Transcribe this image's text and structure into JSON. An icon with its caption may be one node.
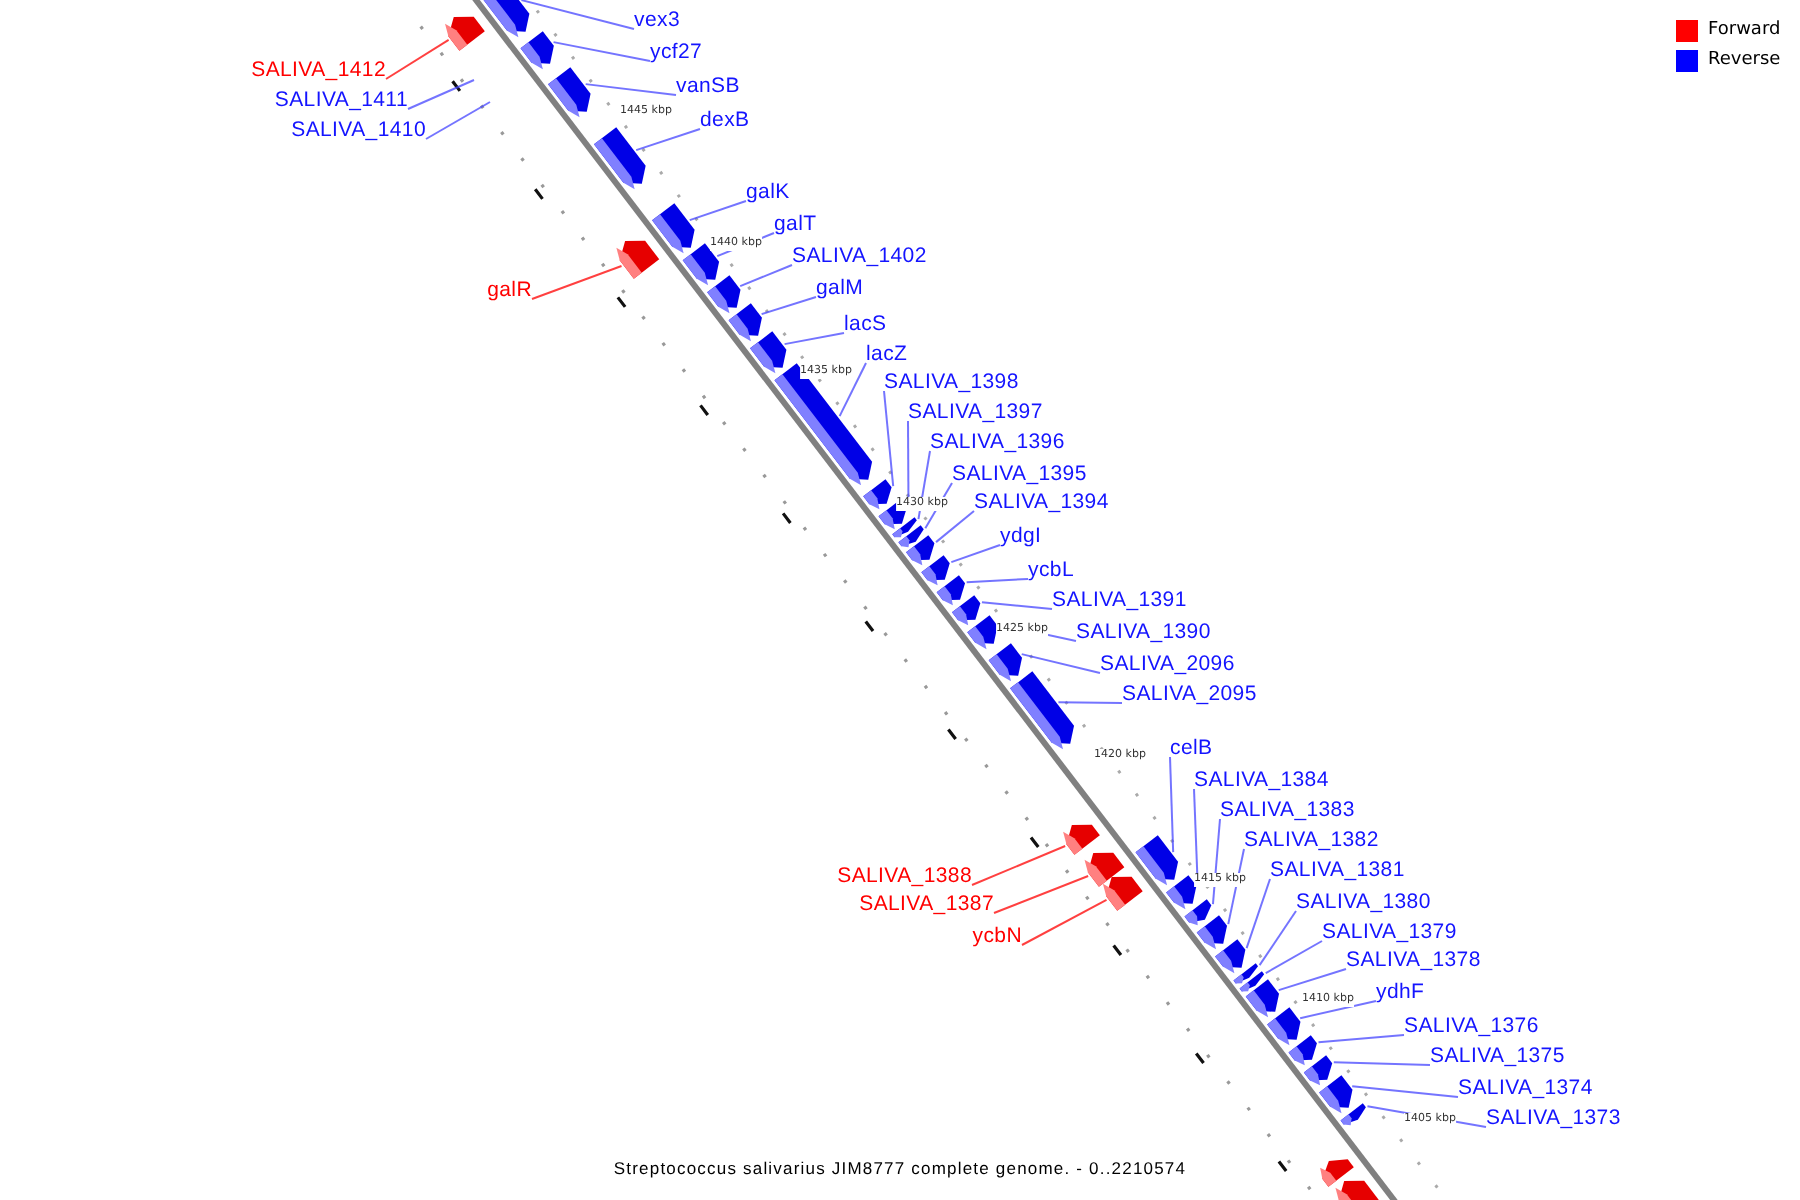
{
  "diagram": {
    "caption": "Streptococcus salivarius JIM8777 complete genome. - 0..2210574",
    "nodes": [
      {
        "text": [
          "SALIVA_1412"
        ]
      },
      {
        "text": [
          "vex3"
        ]
      },
      {
        "text": [
          "ycf27"
        ]
      },
      {
        "text": [
          "SALIVA_1411"
        ]
      },
      {
        "text": [
          "vanSB"
        ]
      },
      {
        "text": [
          "SALIVA_1410"
        ]
      },
      {
        "text": [
          "dexB"
        ]
      },
      {
        "text": [
          "galK"
        ]
      },
      {
        "text": [
          "galT"
        ]
      },
      {
        "text": [
          "SALIVA_1402"
        ]
      },
      {
        "text": [
          "galR"
        ]
      },
      {
        "text": [
          "galM"
        ]
      },
      {
        "text": [
          "lacS"
        ]
      },
      {
        "text": [
          "lacZ"
        ]
      },
      {
        "text": [
          "SALIVA_1398"
        ]
      },
      {
        "text": [
          "SALIVA_1397"
        ]
      },
      {
        "text": [
          "SALIVA_1396"
        ]
      },
      {
        "text": [
          "SALIVA_1395"
        ]
      },
      {
        "text": [
          "SALIVA_1394"
        ]
      },
      {
        "text": [
          "ydgI"
        ]
      },
      {
        "text": [
          "ycbL"
        ]
      },
      {
        "text": [
          "SALIVA_1391"
        ]
      },
      {
        "text": [
          "SALIVA_1390"
        ]
      },
      {
        "text": [
          "SALIVA_2096"
        ]
      },
      {
        "text": [
          "SALIVA_2095"
        ]
      },
      {
        "text": [
          "celB"
        ]
      },
      {
        "text": [
          "SALIVA_1384"
        ]
      },
      {
        "text": [
          "SALIVA_1383"
        ]
      },
      {
        "text": [
          "SALIVA_1382"
        ]
      },
      {
        "text": [
          "SALIVA_1381"
        ]
      },
      {
        "text": [
          "SALIVA_1388"
        ]
      },
      {
        "text": [
          "SALIVA_1380"
        ]
      },
      {
        "text": [
          "SALIVA_1387"
        ]
      },
      {
        "text": [
          "SALIVA_1379"
        ]
      },
      {
        "text": [
          "ycbN"
        ]
      },
      {
        "text": [
          "SALIVA_1378"
        ]
      },
      {
        "text": [
          "ydhF"
        ]
      },
      {
        "text": [
          "SALIVA_1376"
        ]
      },
      {
        "text": [
          "SALIVA_1375"
        ]
      },
      {
        "text": [
          "SALIVA_1374"
        ]
      },
      {
        "text": [
          "SALIVA_1373"
        ]
      },
      {
        "text": [],
        "shape": "arrow"
      },
      {
        "text": [],
        "shape": "arrow"
      },
      {
        "text": [],
        "shape": "arrow"
      },
      {
        "text": [],
        "shape": "arrow"
      },
      {
        "text": [],
        "shape": "arrow"
      },
      {
        "text": [],
        "shape": "arrow"
      },
      {
        "text": [],
        "shape": "arrow"
      },
      {
        "text": [],
        "shape": "arrow"
      },
      {
        "text": [],
        "shape": "arrow"
      },
      {
        "text": [],
        "shape": "arrow"
      },
      {
        "text": [],
        "shape": "arrow"
      },
      {
        "text": [],
        "shape": "arrow"
      },
      {
        "text": [],
        "shape": "arrow"
      },
      {
        "text": [],
        "shape": "arrow"
      },
      {
        "text": [],
        "shape": "arrow"
      },
      {
        "text": [],
        "shape": "arrow"
      },
      {
        "text": [],
        "shape": "arrow"
      },
      {
        "text": [],
        "shape": "arrow"
      },
      {
        "text": [],
        "shape": "arrow"
      },
      {
        "text": [],
        "shape": "arrow"
      },
      {
        "text": [],
        "shape": "arrow"
      },
      {
        "text": [],
        "shape": "arrow"
      },
      {
        "text": [],
        "shape": "arrow"
      },
      {
        "text": [],
        "shape": "arrow"
      },
      {
        "text": [],
        "shape": "arrow"
      },
      {
        "text": [],
        "shape": "arrow"
      },
      {
        "text": [],
        "shape": "arrow"
      },
      {
        "text": [],
        "shape": "arrow"
      },
      {
        "text": [],
        "shape": "arrow"
      },
      {
        "text": [],
        "shape": "arrow"
      },
      {
        "text": [],
        "shape": "arrow"
      },
      {
        "text": [],
        "shape": "arrow"
      },
      {
        "text": [],
        "shape": "arrow"
      },
      {
        "text": [],
        "shape": "arrow"
      },
      {
        "text": [],
        "shape": "arrow"
      },
      {
        "text": [],
        "shape": "arrow"
      },
      {
        "text": [],
        "shape": "arrow"
      },
      {
        "text": [],
        "shape": "arrow"
      },
      {
        "text": [],
        "shape": "arrow"
      },
      {
        "text": [],
        "shape": "arrow"
      },
      {
        "text": [],
        "shape": "arrow"
      }
    ],
    "edges": [
      {
        "from": 0,
        "to": 41,
        "arrow": "none",
        "color": "#ff0000"
      },
      {
        "from": 1,
        "to": 42,
        "arrow": "none"
      },
      {
        "from": 2,
        "to": 43,
        "arrow": "none"
      },
      {
        "from": 3,
        "to": null,
        "arrow": "none"
      },
      {
        "from": 4,
        "to": 44,
        "arrow": "none"
      },
      {
        "from": 5,
        "to": null,
        "arrow": "none"
      },
      {
        "from": 6,
        "to": 45,
        "arrow": "none"
      },
      {
        "from": 7,
        "to": 47,
        "arrow": "none"
      },
      {
        "from": 8,
        "to": 48,
        "arrow": "none"
      },
      {
        "from": 9,
        "to": 49,
        "arrow": "none"
      },
      {
        "from": 10,
        "to": 46,
        "arrow": "none",
        "color": "#ff0000"
      },
      {
        "from": 11,
        "to": 50,
        "arrow": "none"
      },
      {
        "from": 12,
        "to": 51,
        "arrow": "none"
      },
      {
        "from": 13,
        "to": 52,
        "arrow": "none"
      },
      {
        "from": 14,
        "to": 53,
        "arrow": "none"
      },
      {
        "from": 15,
        "to": 54,
        "arrow": "none"
      },
      {
        "from": 16,
        "to": 55,
        "arrow": "none"
      },
      {
        "from": 17,
        "to": 56,
        "arrow": "none"
      },
      {
        "from": 18,
        "to": 57,
        "arrow": "none"
      },
      {
        "from": 19,
        "to": 58,
        "arrow": "none"
      },
      {
        "from": 20,
        "to": 59,
        "arrow": "none"
      },
      {
        "from": 21,
        "to": 60,
        "arrow": "none"
      },
      {
        "from": 22,
        "to": 61,
        "arrow": "none"
      },
      {
        "from": 23,
        "to": 62,
        "arrow": "none"
      },
      {
        "from": 24,
        "to": 63,
        "arrow": "none"
      },
      {
        "from": 25,
        "to": 67,
        "arrow": "none"
      },
      {
        "from": 26,
        "to": 68,
        "arrow": "none"
      },
      {
        "from": 27,
        "to": 69,
        "arrow": "none"
      },
      {
        "from": 28,
        "to": 70,
        "arrow": "none"
      },
      {
        "from": 29,
        "to": 71,
        "arrow": "none"
      },
      {
        "from": 30,
        "to": 64,
        "arrow": "none",
        "color": "#ff0000"
      },
      {
        "from": 31,
        "to": 72,
        "arrow": "none"
      },
      {
        "from": 32,
        "to": 65,
        "arrow": "none",
        "color": "#ff0000"
      },
      {
        "from": 33,
        "to": 73,
        "arrow": "none"
      },
      {
        "from": 34,
        "to": 66,
        "arrow": "none",
        "color": "#ff0000"
      },
      {
        "from": 35,
        "to": 74,
        "arrow": "none"
      },
      {
        "from": 36,
        "to": 75,
        "arrow": "none"
      },
      {
        "from": 37,
        "to": 76,
        "arrow": "none"
      },
      {
        "from": 38,
        "to": 77,
        "arrow": "none"
      },
      {
        "from": 39,
        "to": 78,
        "arrow": "none"
      },
      {
        "from": 40,
        "to": 79,
        "arrow": "none"
      }
    ],
    "labels": [
      "1445 kbp",
      "1440 kbp",
      "1435 kbp",
      "1430 kbp",
      "1425 kbp",
      "1420 kbp",
      "1415 kbp",
      "1410 kbp",
      "1405 kbp"
    ],
    "legend": [
      {
        "text": "Forward",
        "color": "#ff0000"
      },
      {
        "text": "Reverse",
        "color": "#0000ff"
      }
    ]
  }
}
